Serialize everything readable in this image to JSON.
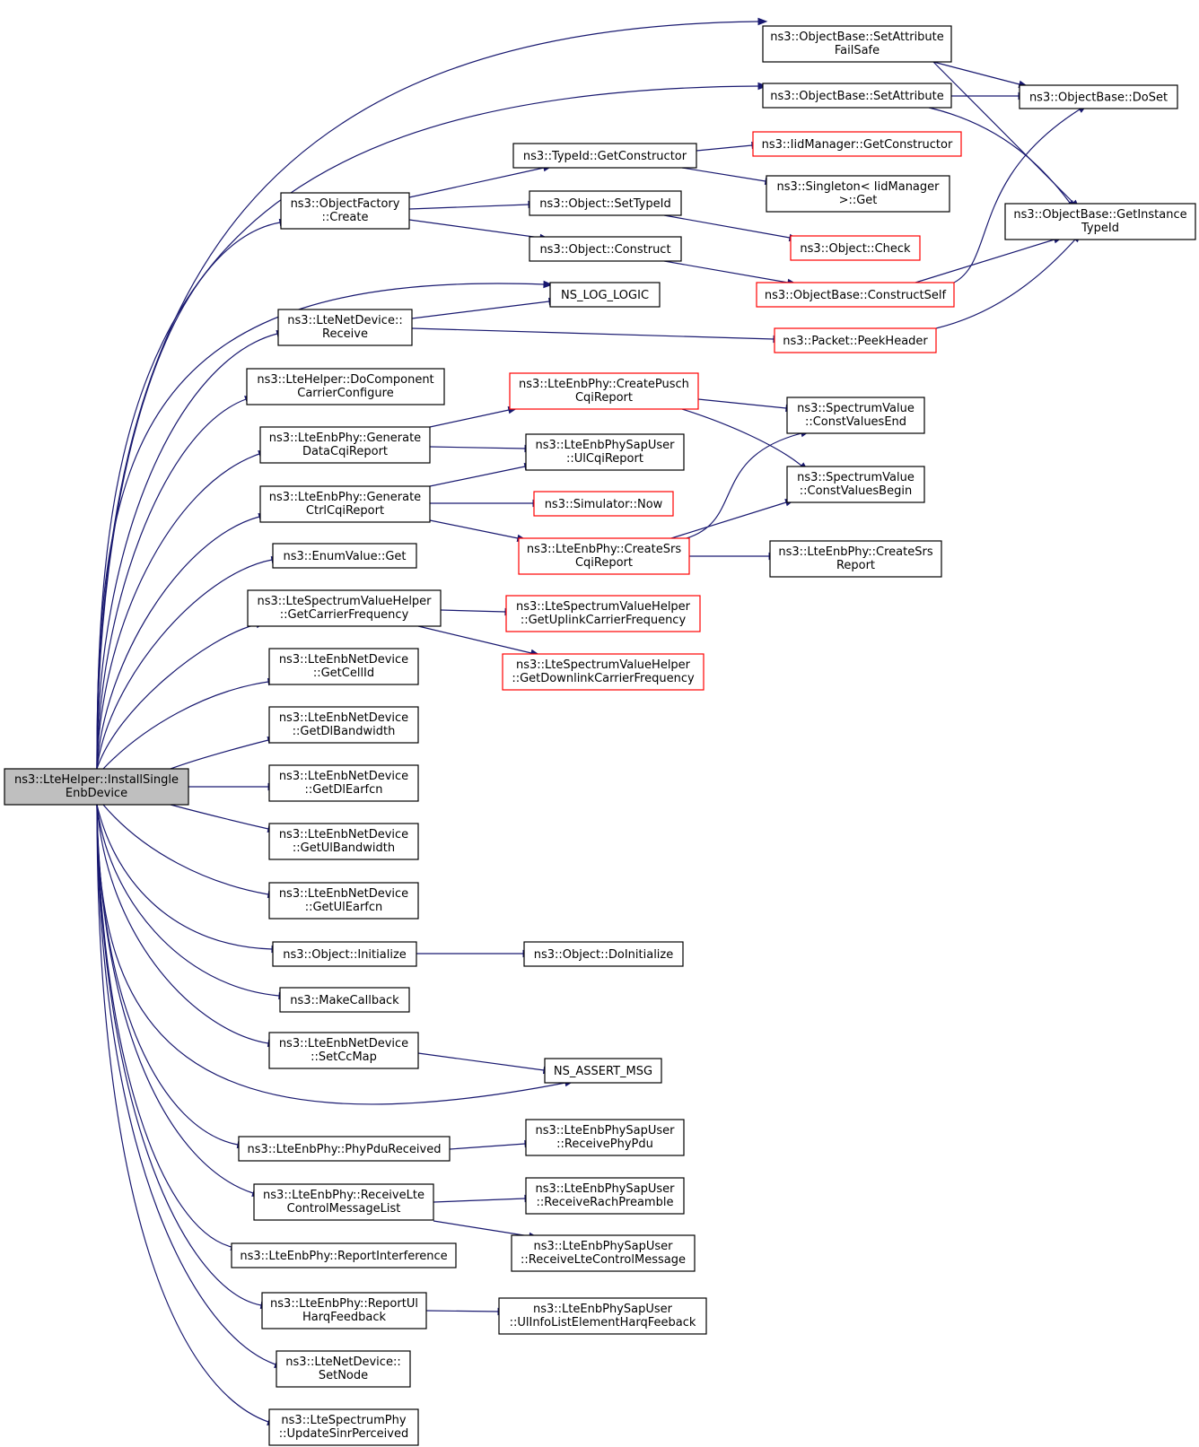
{
  "colors": {
    "edge": "#191970",
    "node_border": "#000000",
    "truncated_node_border": "#ff0000",
    "root_fill": "#bfbfbf"
  },
  "nodes": [
    {
      "id": "root",
      "lines": [
        "ns3::LteHelper::InstallSingle",
        "EnbDevice"
      ]
    },
    {
      "id": "setattrfs",
      "lines": [
        "ns3::ObjectBase::SetAttribute",
        "FailSafe"
      ]
    },
    {
      "id": "setattr",
      "lines": [
        "ns3::ObjectBase::SetAttribute"
      ]
    },
    {
      "id": "doset",
      "lines": [
        "ns3::ObjectBase::DoSet"
      ]
    },
    {
      "id": "typeidgc",
      "lines": [
        "ns3::TypeId::GetConstructor"
      ]
    },
    {
      "id": "iidgc",
      "lines": [
        "ns3::IidManager::GetConstructor"
      ]
    },
    {
      "id": "singleton",
      "lines": [
        "ns3::Singleton< IidManager",
        ">::Get"
      ]
    },
    {
      "id": "getinstance",
      "lines": [
        "ns3::ObjectBase::GetInstance",
        "TypeId"
      ]
    },
    {
      "id": "objfactory",
      "lines": [
        "ns3::ObjectFactory",
        "::Create"
      ]
    },
    {
      "id": "settypeid",
      "lines": [
        "ns3::Object::SetTypeId"
      ]
    },
    {
      "id": "objcheck",
      "lines": [
        "ns3::Object::Check"
      ]
    },
    {
      "id": "objconstruct",
      "lines": [
        "ns3::Object::Construct"
      ]
    },
    {
      "id": "constructself",
      "lines": [
        "ns3::ObjectBase::ConstructSelf"
      ]
    },
    {
      "id": "nsloglogic",
      "lines": [
        "NS_LOG_LOGIC"
      ]
    },
    {
      "id": "ltenetrecv",
      "lines": [
        "ns3::LteNetDevice::",
        "Receive"
      ]
    },
    {
      "id": "peekheader",
      "lines": [
        "ns3::Packet::PeekHeader"
      ]
    },
    {
      "id": "docomponent",
      "lines": [
        "ns3::LteHelper::DoComponent",
        "CarrierConfigure"
      ]
    },
    {
      "id": "createpusch",
      "lines": [
        "ns3::LteEnbPhy::CreatePusch",
        "CqiReport"
      ]
    },
    {
      "id": "cvend",
      "lines": [
        "ns3::SpectrumValue",
        "::ConstValuesEnd"
      ]
    },
    {
      "id": "gendata",
      "lines": [
        "ns3::LteEnbPhy::Generate",
        "DataCqiReport"
      ]
    },
    {
      "id": "ulcqi",
      "lines": [
        "ns3::LteEnbPhySapUser",
        "::UlCqiReport"
      ]
    },
    {
      "id": "cvbegin",
      "lines": [
        "ns3::SpectrumValue",
        "::ConstValuesBegin"
      ]
    },
    {
      "id": "genctrl",
      "lines": [
        "ns3::LteEnbPhy::Generate",
        "CtrlCqiReport"
      ]
    },
    {
      "id": "simnow",
      "lines": [
        "ns3::Simulator::Now"
      ]
    },
    {
      "id": "createsrscqi",
      "lines": [
        "ns3::LteEnbPhy::CreateSrs",
        "CqiReport"
      ]
    },
    {
      "id": "createsrsrep",
      "lines": [
        "ns3::LteEnbPhy::CreateSrs",
        "Report"
      ]
    },
    {
      "id": "enumget",
      "lines": [
        "ns3::EnumValue::Get"
      ]
    },
    {
      "id": "getcarrier",
      "lines": [
        "ns3::LteSpectrumValueHelper",
        "::GetCarrierFrequency"
      ]
    },
    {
      "id": "getuplink",
      "lines": [
        "ns3::LteSpectrumValueHelper",
        "::GetUplinkCarrierFrequency"
      ]
    },
    {
      "id": "getdownlink",
      "lines": [
        "ns3::LteSpectrumValueHelper",
        "::GetDownlinkCarrierFrequency"
      ]
    },
    {
      "id": "getcellid",
      "lines": [
        "ns3::LteEnbNetDevice",
        "::GetCellId"
      ]
    },
    {
      "id": "getdlbw",
      "lines": [
        "ns3::LteEnbNetDevice",
        "::GetDlBandwidth"
      ]
    },
    {
      "id": "getdlearfcn",
      "lines": [
        "ns3::LteEnbNetDevice",
        "::GetDlEarfcn"
      ]
    },
    {
      "id": "getulbw",
      "lines": [
        "ns3::LteEnbNetDevice",
        "::GetUlBandwidth"
      ]
    },
    {
      "id": "getulearfcn",
      "lines": [
        "ns3::LteEnbNetDevice",
        "::GetUlEarfcn"
      ]
    },
    {
      "id": "objinit",
      "lines": [
        "ns3::Object::Initialize"
      ]
    },
    {
      "id": "objdoinit",
      "lines": [
        "ns3::Object::DoInitialize"
      ]
    },
    {
      "id": "makecallback",
      "lines": [
        "ns3::MakeCallback"
      ]
    },
    {
      "id": "setccmap",
      "lines": [
        "ns3::LteEnbNetDevice",
        "::SetCcMap"
      ]
    },
    {
      "id": "nsassert",
      "lines": [
        "NS_ASSERT_MSG"
      ]
    },
    {
      "id": "phypdu",
      "lines": [
        "ns3::LteEnbPhy::PhyPduReceived"
      ]
    },
    {
      "id": "recvphypdu",
      "lines": [
        "ns3::LteEnbPhySapUser",
        "::ReceivePhyPdu"
      ]
    },
    {
      "id": "recvltectrl",
      "lines": [
        "ns3::LteEnbPhy::ReceiveLte",
        "ControlMessageList"
      ]
    },
    {
      "id": "recvrach",
      "lines": [
        "ns3::LteEnbPhySapUser",
        "::ReceiveRachPreamble"
      ]
    },
    {
      "id": "recvltemsg",
      "lines": [
        "ns3::LteEnbPhySapUser",
        "::ReceiveLteControlMessage"
      ]
    },
    {
      "id": "reportinterf",
      "lines": [
        "ns3::LteEnbPhy::ReportInterference"
      ]
    },
    {
      "id": "reportul",
      "lines": [
        "ns3::LteEnbPhy::ReportUl",
        "HarqFeedback"
      ]
    },
    {
      "id": "ulinfo",
      "lines": [
        "ns3::LteEnbPhySapUser",
        "::UlInfoListElementHarqFeeback"
      ]
    },
    {
      "id": "setnode",
      "lines": [
        "ns3::LteNetDevice::",
        "SetNode"
      ]
    },
    {
      "id": "updatesinr",
      "lines": [
        "ns3::LteSpectrumPhy",
        "::UpdateSinrPerceived"
      ]
    }
  ]
}
